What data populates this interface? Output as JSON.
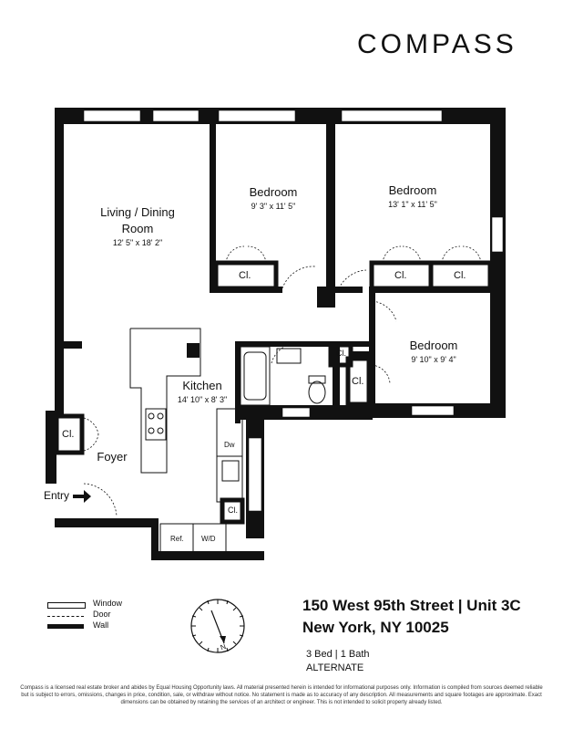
{
  "brand": {
    "name": "COMPASS"
  },
  "rooms": {
    "living": {
      "name_line1": "Living / Dining",
      "name_line2": "Room",
      "dims": "12' 5\" x 18' 2\""
    },
    "bedroom1": {
      "name": "Bedroom",
      "dims": "9' 3\" x 11' 5\""
    },
    "bedroom2": {
      "name": "Bedroom",
      "dims": "13' 1\" x 11' 5\""
    },
    "bedroom3": {
      "name": "Bedroom",
      "dims": "9' 10\" x 9' 4\""
    },
    "kitchen": {
      "name": "Kitchen",
      "dims": "14' 10\" x 8' 3\""
    },
    "foyer": {
      "name": "Foyer"
    },
    "entry": {
      "name": "Entry"
    }
  },
  "closets": {
    "label": "Cl."
  },
  "fixtures": {
    "dw": "Dw",
    "ref": "Ref.",
    "wd": "W/D"
  },
  "legend": {
    "window": "Window",
    "door": "Door",
    "wall": "Wall"
  },
  "address": {
    "line1": "150 West 95th Street | Unit 3C",
    "line2": "New York, NY 10025"
  },
  "meta": {
    "beds_baths": "3 Bed | 1 Bath",
    "variant": "ALTERNATE"
  },
  "compass": {
    "north_label": "N"
  },
  "disclaimer": "Compass is a licensed real estate broker and abides by Equal Housing Opportunity laws. All material presented herein is intended for informational purposes only. Information is compiled from sources deemed reliable but is subject to errors, omissions, changes in price, condition, sale, or withdraw without notice. No statement is made as to accuracy of any description. All measurements and square footages are approximate. Exact dimensions can be obtained by retaining the services of an architect or engineer. This is not intended to solicit property already listed."
}
